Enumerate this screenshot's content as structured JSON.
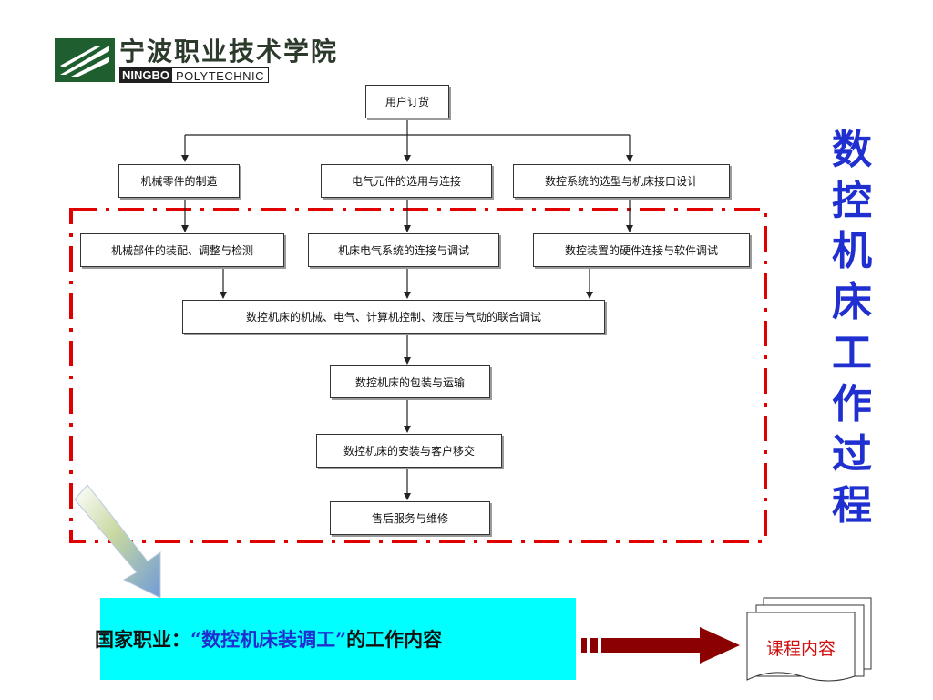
{
  "logo": {
    "cn": "宁波职业技术学院",
    "en_a": "NINGBO",
    "en_b": "POLYTECHNIC"
  },
  "flow": {
    "order": "用户订货",
    "top": [
      "机械零件的制造",
      "电气元件的选用与连接",
      "数控系统的选型与机床接口设计"
    ],
    "mid": [
      "机械部件的装配、调整与检测",
      "机床电气系统的连接与调试",
      "数控装置的硬件连接与软件调试"
    ],
    "joint": "数控机床的机械、电气、计算机控制、液压与气动的联合调试",
    "packing": "数控机床的包装与运输",
    "install": "数控机床的安装与客户移交",
    "service": "售后服务与维修"
  },
  "side_title": "数控机床工作过程",
  "bottom": {
    "prefix": "国家职业：",
    "quoted": "“数控机床装调工”",
    "suffix": "的工作内容"
  },
  "course": "课程内容",
  "colors": {
    "dash_border": "#e00000",
    "side_title": "#1f2fd0",
    "cyan": "#00ffff",
    "arrow": "#8b0000",
    "course_text": "#d01010"
  }
}
